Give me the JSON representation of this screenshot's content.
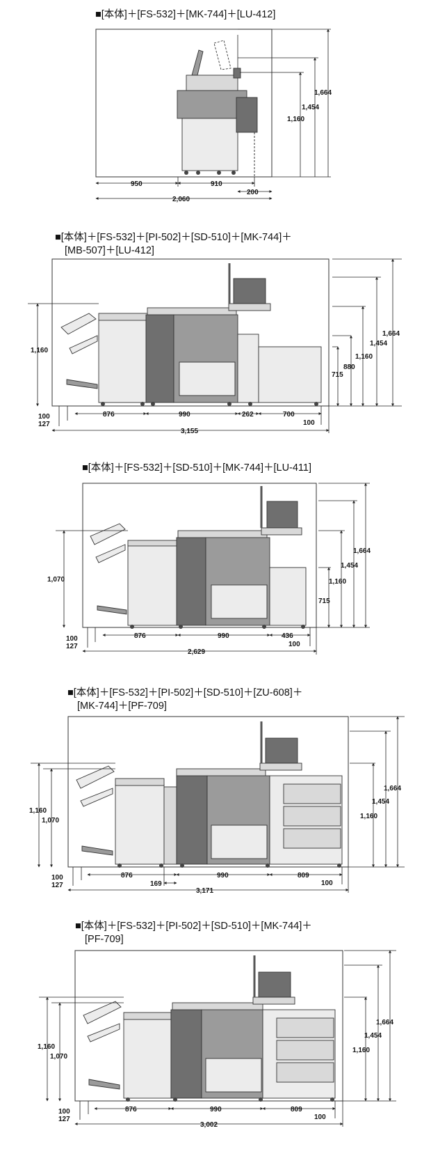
{
  "diagrams": [
    {
      "title_lines": [
        "■[本体]＋[FS-532]＋[MK-744]＋[LU-412]"
      ],
      "heights": [
        "1,664",
        "1,454",
        "1,160"
      ],
      "widths": [
        "950",
        "910",
        "200",
        "2,060"
      ]
    },
    {
      "title_lines": [
        "■[本体]＋[FS-532]＋[PI-502]＋[SD-510]＋[MK-744]＋",
        "[MB-507]＋[LU-412]"
      ],
      "left_height": "1,160",
      "heights": [
        "1,664",
        "1,454",
        "1,160",
        "880",
        "715"
      ],
      "widths": [
        "876",
        "990",
        "262",
        "700",
        "100",
        "100",
        "127",
        "3,155"
      ]
    },
    {
      "title_lines": [
        "■[本体]＋[FS-532]＋[SD-510]＋[MK-744]＋[LU-411]"
      ],
      "left_height": "1,070",
      "heights": [
        "1,664",
        "1,454",
        "1,160",
        "715"
      ],
      "widths": [
        "876",
        "990",
        "436",
        "100",
        "100",
        "127",
        "2,629"
      ]
    },
    {
      "title_lines": [
        "■[本体]＋[FS-532]＋[PI-502]＋[SD-510]＋[ZU-608]＋",
        "[MK-744]＋[PF-709]"
      ],
      "left_heights": [
        "1,160",
        "1,070"
      ],
      "heights": [
        "1,664",
        "1,454",
        "1,160"
      ],
      "widths": [
        "876",
        "990",
        "809",
        "169",
        "100",
        "100",
        "127",
        "3,171"
      ]
    },
    {
      "title_lines": [
        "■[本体]＋[FS-532]＋[PI-502]＋[SD-510]＋[MK-744]＋",
        "[PF-709]"
      ],
      "left_heights": [
        "1,160",
        "1,070"
      ],
      "heights": [
        "1,664",
        "1,454",
        "1,160"
      ],
      "widths": [
        "876",
        "990",
        "809",
        "100",
        "100",
        "127",
        "3,002"
      ]
    }
  ]
}
